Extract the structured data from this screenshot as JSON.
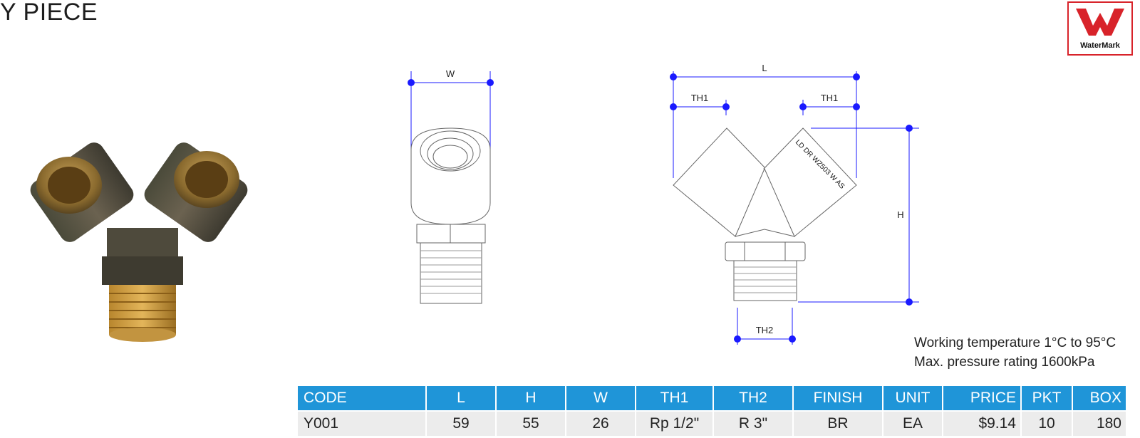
{
  "page": {
    "title": "Y PIECE"
  },
  "logo": {
    "text": "WaterMark",
    "accent": "#d8232a"
  },
  "drawing": {
    "labels": {
      "w": "W",
      "l": "L",
      "th1_left": "TH1",
      "th1_right": "TH1",
      "h": "H",
      "th2": "TH2"
    },
    "marking": "LD DR WZ503 W AS",
    "dimension_color": "#1a1aff"
  },
  "specs": {
    "working_temperature": "Working temperature 1°C to 95°C",
    "pressure": "Max. pressure rating 1600kPa"
  },
  "table": {
    "header_color": "#1f95d8",
    "columns": [
      "CODE",
      "L",
      "H",
      "W",
      "TH1",
      "TH2",
      "FINISH",
      "UNIT",
      "PRICE",
      "PKT",
      "BOX"
    ],
    "rows": [
      [
        "Y001",
        "59",
        "55",
        "26",
        "Rp 1/2\"",
        "R 3\"",
        "BR",
        "EA",
        "$9.14",
        "10",
        "180"
      ]
    ]
  }
}
